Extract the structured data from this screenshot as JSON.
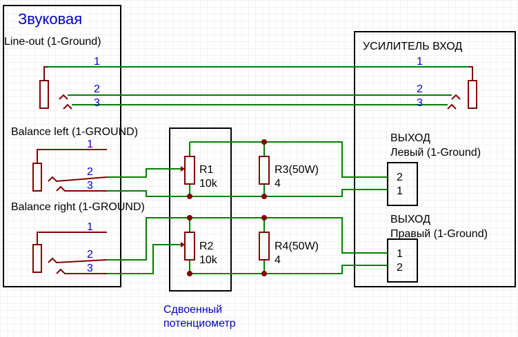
{
  "soundcard": {
    "title": "Звуковая",
    "lineout_label": "Line-out (1-Ground)",
    "balance_left_label": "Balance left (1-GROUND)",
    "balance_right_label": "Balance right (1-GROUND)"
  },
  "amp": {
    "title": "УСИЛИТЕЛЬ ВХОД",
    "out_left_title": "ВЫХОД",
    "out_left_sub": "Левый (1-Ground)",
    "out_right_title": "ВЫХОД",
    "out_right_sub": "Правый (1-Ground)"
  },
  "pins": {
    "p1": "1",
    "p2": "2",
    "p3": "3"
  },
  "pot": {
    "caption_line1": "Сдвоенный",
    "caption_line2": "потенциометр"
  },
  "components": {
    "r1": {
      "name": "R1",
      "value": "10k"
    },
    "r2": {
      "name": "R2",
      "value": "10k"
    },
    "r3": {
      "name": "R3(50W)",
      "value": "4"
    },
    "r4": {
      "name": "R4(50W)",
      "value": "4"
    }
  },
  "colors": {
    "wire": "#008000",
    "component": "#800000",
    "pin_label": "#0000c8",
    "outline": "#000000"
  }
}
